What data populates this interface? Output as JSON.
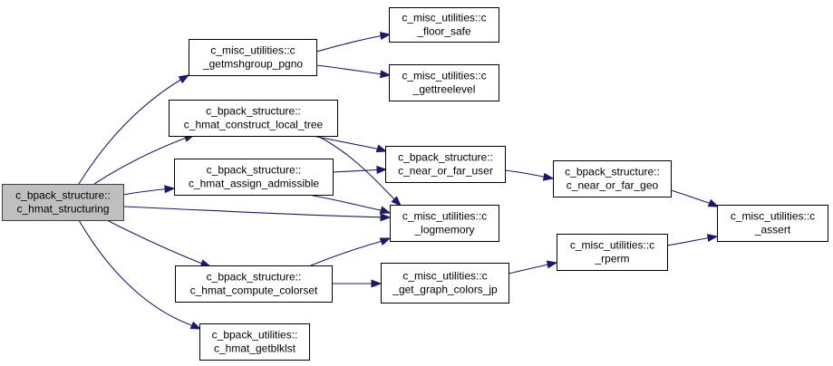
{
  "graph": {
    "nodes": [
      {
        "id": "root",
        "lines": [
          "c_bpack_structure::",
          "c_hmat_structuring"
        ],
        "highlight": true
      },
      {
        "id": "gmg",
        "lines": [
          "c_misc_utilities::c",
          "_getmshgroup_pgno"
        ]
      },
      {
        "id": "floor",
        "lines": [
          "c_misc_utilities::c",
          "_floor_safe"
        ]
      },
      {
        "id": "gtl",
        "lines": [
          "c_misc_utilities::c",
          "_gettreelevel"
        ]
      },
      {
        "id": "hclt",
        "lines": [
          "c_bpack_structure::",
          "c_hmat_construct_local_tree"
        ]
      },
      {
        "id": "haa",
        "lines": [
          "c_bpack_structure::",
          "c_hmat_assign_admissible"
        ]
      },
      {
        "id": "nfu",
        "lines": [
          "c_bpack_structure::",
          "c_near_or_far_user"
        ]
      },
      {
        "id": "nfg",
        "lines": [
          "c_bpack_structure::",
          "c_near_or_far_geo"
        ]
      },
      {
        "id": "assert",
        "lines": [
          "c_misc_utilities::c",
          "_assert"
        ]
      },
      {
        "id": "logm",
        "lines": [
          "c_misc_utilities::c",
          "_logmemory"
        ]
      },
      {
        "id": "hcc",
        "lines": [
          "c_bpack_structure::",
          "c_hmat_compute_colorset"
        ]
      },
      {
        "id": "ggc",
        "lines": [
          "c_misc_utilities::c",
          "_get_graph_colors_jp"
        ]
      },
      {
        "id": "rperm",
        "lines": [
          "c_misc_utilities::c",
          "_rperm"
        ]
      },
      {
        "id": "hgb",
        "lines": [
          "c_bpack_utilities::",
          "c_hmat_getblklst"
        ]
      }
    ],
    "edges": [
      {
        "from": "root",
        "to": "gmg"
      },
      {
        "from": "root",
        "to": "hclt"
      },
      {
        "from": "root",
        "to": "haa"
      },
      {
        "from": "root",
        "to": "logm"
      },
      {
        "from": "root",
        "to": "hcc"
      },
      {
        "from": "root",
        "to": "hgb"
      },
      {
        "from": "gmg",
        "to": "floor"
      },
      {
        "from": "gmg",
        "to": "gtl"
      },
      {
        "from": "hclt",
        "to": "nfu"
      },
      {
        "from": "hclt",
        "to": "logm"
      },
      {
        "from": "haa",
        "to": "nfu"
      },
      {
        "from": "haa",
        "to": "logm"
      },
      {
        "from": "nfu",
        "to": "nfg"
      },
      {
        "from": "nfg",
        "to": "assert"
      },
      {
        "from": "hcc",
        "to": "logm"
      },
      {
        "from": "hcc",
        "to": "ggc"
      },
      {
        "from": "ggc",
        "to": "rperm"
      },
      {
        "from": "rperm",
        "to": "assert"
      }
    ]
  }
}
